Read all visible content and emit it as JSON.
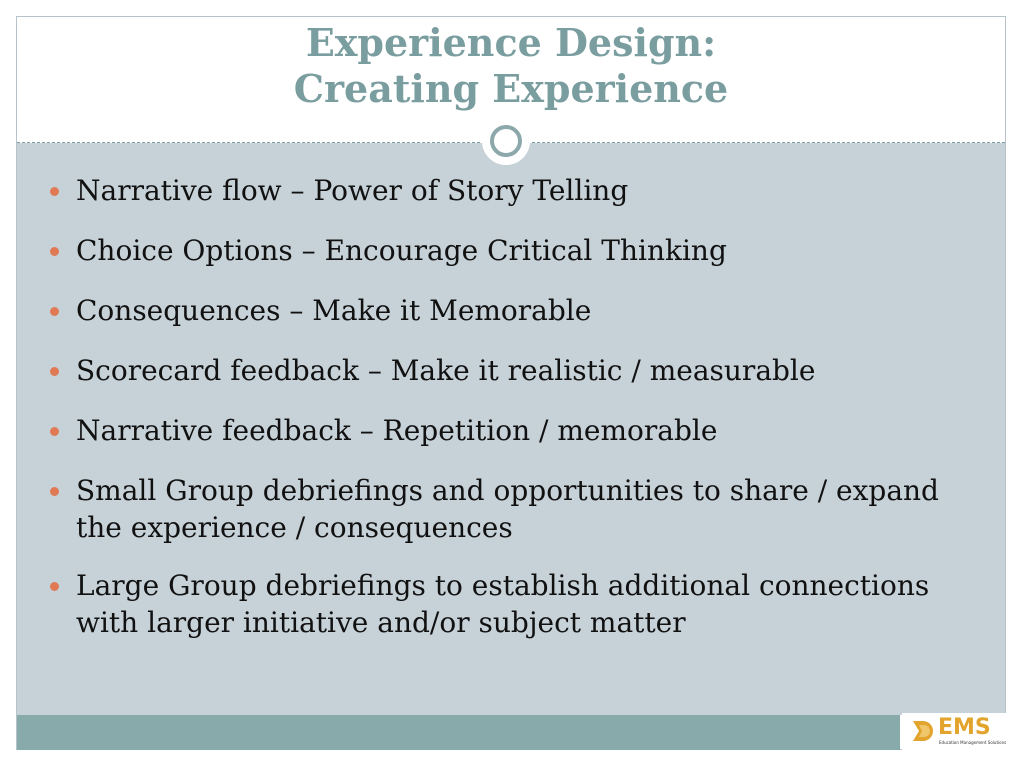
{
  "slide": {
    "title_line_1": "Experience Design:",
    "title_line_2": "Creating Experience",
    "bullets": [
      "Narrative flow – Power of Story Telling",
      "Choice Options – Encourage Critical Thinking",
      "Consequences – Make it Memorable",
      "Scorecard feedback – Make it realistic / measurable",
      "Narrative feedback – Repetition / memorable",
      "Small Group debriefings and opportunities to share / expand the experience / consequences",
      "Large Group debriefings to establish additional connections with larger initiative and/or subject matter"
    ]
  },
  "logo": {
    "text": "EMS",
    "subtitle": "Education Management Solutions",
    "icon": "ems-logo-icon"
  },
  "colors": {
    "title": "#7a9d9f",
    "content_background": "#c6d1d8",
    "bullet": "#e07a55",
    "footer": "#88aaaa",
    "logo_orange": "#e3a42d"
  }
}
